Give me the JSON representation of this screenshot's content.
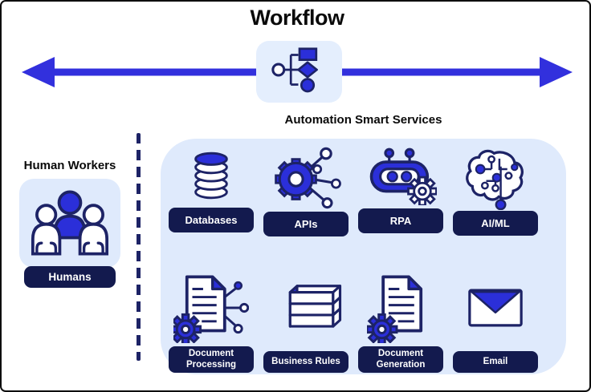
{
  "title": "Workflow",
  "colors": {
    "accent_blue": "#3230dd",
    "icon_blue": "#2b2fd9",
    "navy": "#1d2366",
    "badge_navy": "#131a4e",
    "panel_blue": "#dfeafc",
    "chip_blue": "#e4eefd"
  },
  "hub": {
    "icon": "workflow-icon"
  },
  "left_section": {
    "heading": "Human Workers",
    "icon": "humans-icon",
    "badge": "Humans"
  },
  "right_section": {
    "heading": "Automation Smart Services",
    "services": [
      {
        "label": "Databases",
        "icon": "database-icon"
      },
      {
        "label": "APIs",
        "icon": "api-network-icon"
      },
      {
        "label": "RPA",
        "icon": "rpa-robot-icon"
      },
      {
        "label": "AI/ML",
        "icon": "ai-ml-brain-icon"
      },
      {
        "label": "Document Processing",
        "icon": "document-processing-icon"
      },
      {
        "label": "Business Rules",
        "icon": "business-rules-books-icon"
      },
      {
        "label": "Document Generation",
        "icon": "document-generation-icon"
      },
      {
        "label": "Email",
        "icon": "email-envelope-icon"
      }
    ]
  }
}
